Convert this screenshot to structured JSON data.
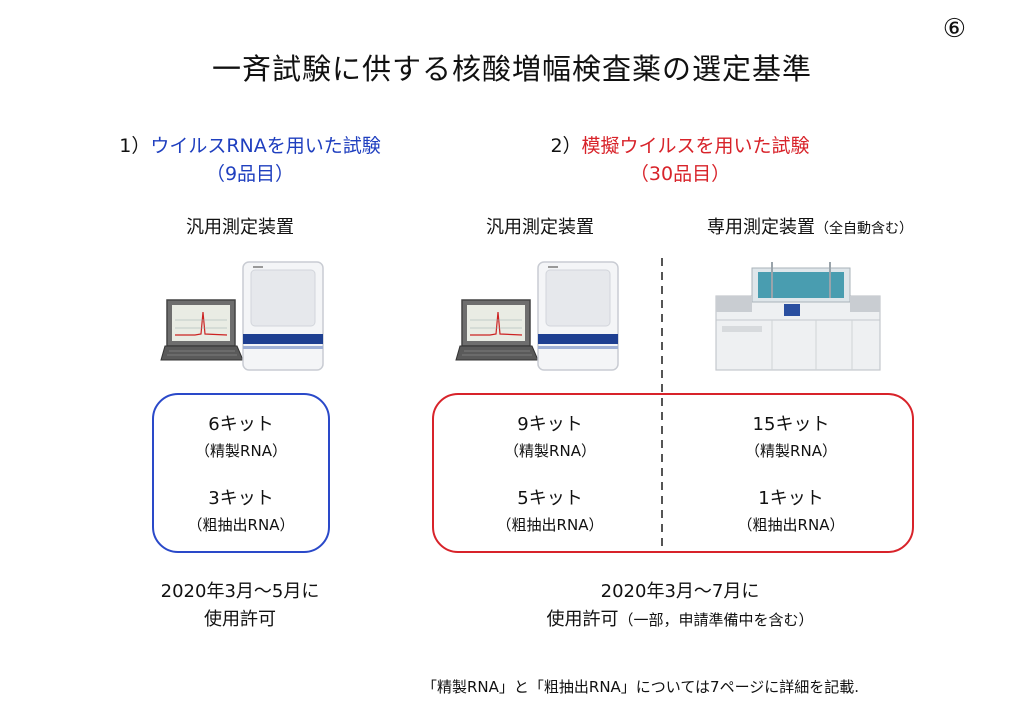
{
  "page_number": "⑥",
  "title": "一斉試験に供する核酸増幅検査薬の選定基準",
  "colors": {
    "blue_accent": "#1f3fbf",
    "red_accent": "#d8232a",
    "box_blue": "#2a49c9",
    "box_red": "#d8232a"
  },
  "sections": [
    {
      "num": "1）",
      "heading": "ウイルスRNAを用いた試験",
      "count": "（9品目）",
      "columns": [
        {
          "device": "汎用測定装置",
          "device_note": "",
          "device_icon": "pcr-instrument-with-laptop-image",
          "kits": [
            {
              "count": "6キット",
              "type": "（精製RNA）"
            },
            {
              "count": "3キット",
              "type": "（粗抽出RNA）"
            }
          ]
        }
      ],
      "approval": {
        "line1": "2020年3月～5月に",
        "line2": "使用許可",
        "note": ""
      }
    },
    {
      "num": "2）",
      "heading": "模擬ウイルスを用いた試験",
      "count": "（30品目）",
      "columns": [
        {
          "device": "汎用測定装置",
          "device_note": "",
          "device_icon": "pcr-instrument-with-laptop-image",
          "kits": [
            {
              "count": "9キット",
              "type": "（精製RNA）"
            },
            {
              "count": "5キット",
              "type": "（粗抽出RNA）"
            }
          ]
        },
        {
          "device": "専用測定装置",
          "device_note": "（全自動含む）",
          "device_icon": "automated-analyzer-image",
          "kits": [
            {
              "count": "15キット",
              "type": "（精製RNA）"
            },
            {
              "count": "1キット",
              "type": "（粗抽出RNA）"
            }
          ]
        }
      ],
      "approval": {
        "line1": "2020年3月～7月に",
        "line2": "使用許可",
        "note": "（一部，申請準備中を含む）"
      }
    }
  ],
  "footnote": "「精製RNA」と「粗抽出RNA」については7ページに詳細を記載."
}
